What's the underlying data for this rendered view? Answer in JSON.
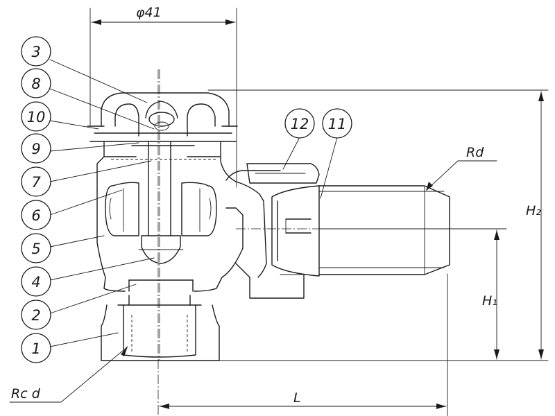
{
  "dimensions": {
    "diameter_label": "φ41",
    "thread_label": "Rd",
    "h2_label": "H₂",
    "h1_label": "H₁",
    "length_label": "L",
    "inlet_thread_label": "Rc d"
  },
  "callouts": [
    {
      "number": "3"
    },
    {
      "number": "8"
    },
    {
      "number": "10"
    },
    {
      "number": "9"
    },
    {
      "number": "7"
    },
    {
      "number": "6"
    },
    {
      "number": "5"
    },
    {
      "number": "4"
    },
    {
      "number": "2"
    },
    {
      "number": "1"
    },
    {
      "number": "12"
    },
    {
      "number": "11"
    }
  ]
}
